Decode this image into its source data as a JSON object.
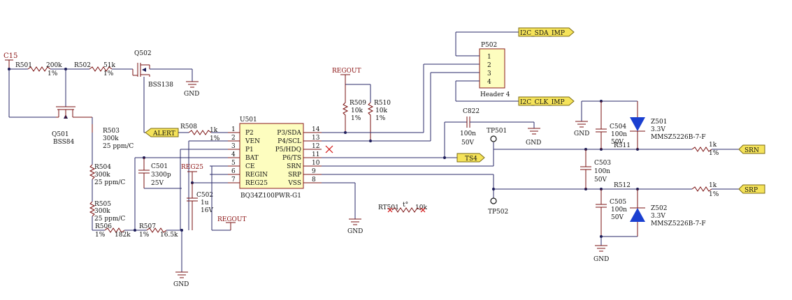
{
  "components": {
    "c15": {
      "ref": "C15"
    },
    "r501": {
      "ref": "R501",
      "value": "200k",
      "tol": "1%"
    },
    "r502": {
      "ref": "R502",
      "value": "51k",
      "tol": "1%"
    },
    "q502": {
      "ref": "Q502",
      "part": "BSS138"
    },
    "q501": {
      "ref": "Q501",
      "part": "BSS84"
    },
    "r503": {
      "ref": "R503",
      "value": "300k",
      "tc": "25 ppm/C"
    },
    "r504": {
      "ref": "R504",
      "value": "300k",
      "tc": "25 ppm/C"
    },
    "r505": {
      "ref": "R505",
      "value": "300k",
      "tc": "25 ppm/C"
    },
    "r506": {
      "ref": "R506",
      "value": "182k",
      "tol": "1%"
    },
    "r507": {
      "ref": "R507",
      "value": "16.5k",
      "tol": "1%"
    },
    "r508": {
      "ref": "R508",
      "value": "1k",
      "tol": "1%"
    },
    "c501": {
      "ref": "C501",
      "value": "3300p",
      "volt": "25V"
    },
    "c502": {
      "ref": "C502",
      "value": "1u",
      "volt": "16V"
    },
    "r509": {
      "ref": "R509",
      "value": "10k",
      "tol": "1%"
    },
    "r510": {
      "ref": "R510",
      "value": "10k",
      "tol": "1%"
    },
    "c822": {
      "ref": "C822",
      "value": "100n",
      "volt": "50V"
    },
    "c503": {
      "ref": "C503",
      "value": "100n",
      "volt": "50V"
    },
    "c504": {
      "ref": "C504",
      "value": "100n",
      "volt": "50V"
    },
    "c505": {
      "ref": "C505",
      "value": "100n",
      "volt": "50V"
    },
    "r511": {
      "ref": "R511",
      "value": "1k",
      "tol": "1%"
    },
    "r512": {
      "ref": "R512",
      "value": "1k",
      "tol": "1%"
    },
    "z501": {
      "ref": "Z501",
      "value": "3.3V",
      "part": "MMSZ5226B-7-F"
    },
    "z502": {
      "ref": "Z502",
      "value": "3.3V",
      "part": "MMSZ5226B-7-F"
    },
    "rt501": {
      "ref": "RT501",
      "value": "10k",
      "sym": "t°"
    },
    "tp501": {
      "ref": "TP501"
    },
    "tp502": {
      "ref": "TP502"
    },
    "p502": {
      "ref": "P502",
      "part": "Header 4",
      "pins": [
        "1",
        "2",
        "3",
        "4"
      ]
    }
  },
  "u501": {
    "ref": "U501",
    "part": "BQ34Z100PWR-G1",
    "left_pins": [
      {
        "num": "1",
        "name": "P2"
      },
      {
        "num": "2",
        "name": "VEN"
      },
      {
        "num": "3",
        "name": "P1"
      },
      {
        "num": "4",
        "name": "BAT"
      },
      {
        "num": "5",
        "name": "CE"
      },
      {
        "num": "6",
        "name": "REGIN"
      },
      {
        "num": "7",
        "name": "REG25"
      }
    ],
    "right_pins": [
      {
        "num": "14",
        "name": "P3/SDA"
      },
      {
        "num": "13",
        "name": "P4/SCL"
      },
      {
        "num": "12",
        "name": "P5/HDQ"
      },
      {
        "num": "11",
        "name": "P6/TS"
      },
      {
        "num": "10",
        "name": "SRN"
      },
      {
        "num": "9",
        "name": "SRP"
      },
      {
        "num": "8",
        "name": "VSS"
      }
    ]
  },
  "nets": {
    "alert": "ALERT",
    "ts4": "TS4",
    "srn": "SRN",
    "srp": "SRP",
    "sda": "I2C_SDA_IMP",
    "clk": "I2C_CLK_IMP",
    "regout": "REGOUT",
    "reg25": "REG25",
    "gnd": "GND"
  },
  "colors": {
    "wire": "#2a2a6a",
    "part_outline": "#7a1010",
    "ic_fill": "#fdfdbf",
    "net_flag_fill": "#f5e35a",
    "power_label": "#8a1010",
    "diode_fill": "#1a3fd0",
    "no_connect": "#d01010"
  }
}
